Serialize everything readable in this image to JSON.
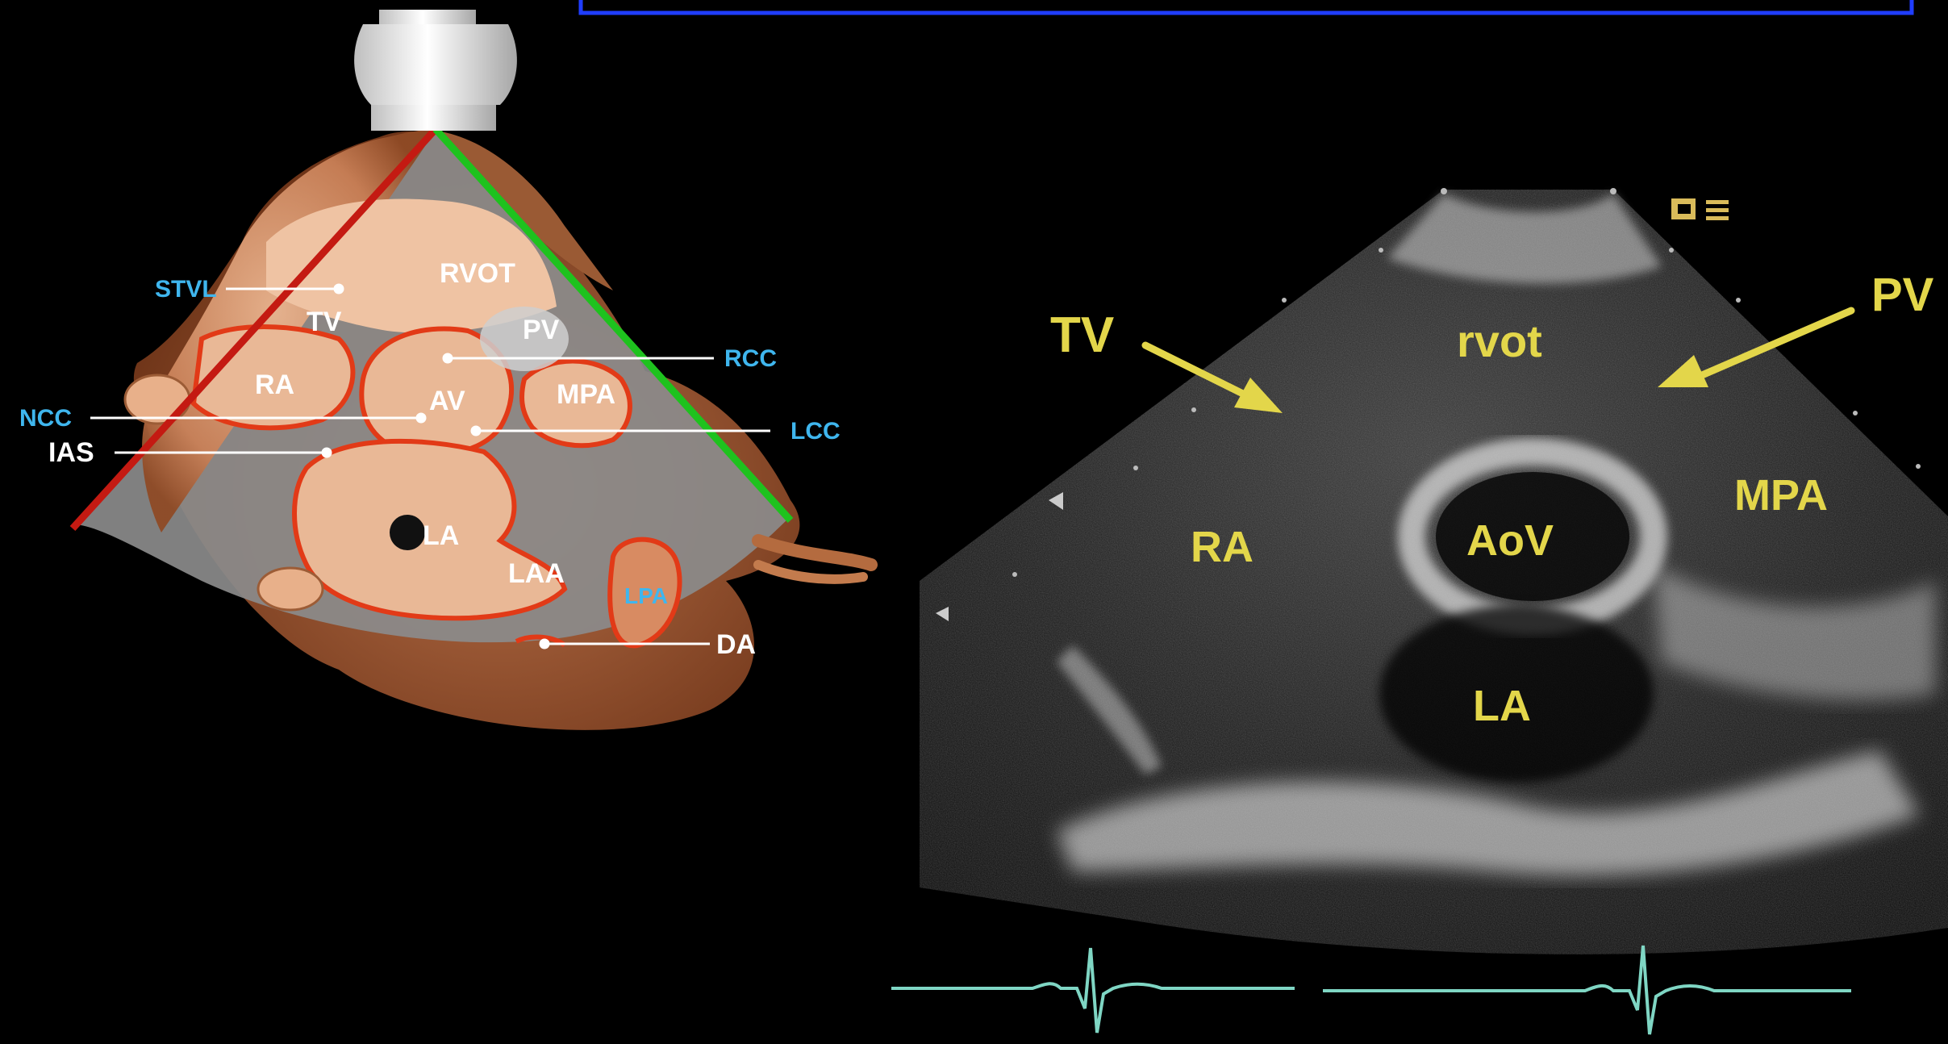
{
  "colors": {
    "background": "#000000",
    "title_bar_border": "#1f3dff",
    "blue_label": "#3fb6ee",
    "white_label": "#ffffff",
    "echo_label": "#e3d64a",
    "ecg": "#7fd6c4",
    "slice_red": "#e23a17",
    "probe_line_red": "#c41a12",
    "probe_line_green": "#1ec21e"
  },
  "title_bar": {
    "text": ""
  },
  "diagram": {
    "callouts": {
      "stvl": "STVL",
      "rcc": "RCC",
      "ncc": "NCC",
      "lcc": "LCC",
      "ias": "IAS",
      "da": "DA"
    },
    "structures": {
      "rvot": "RVOT",
      "tv": "TV",
      "pv": "PV",
      "ra": "RA",
      "av": "AV",
      "mpa": "MPA",
      "la": "LA",
      "laa": "LAA",
      "lpa": "LPA"
    }
  },
  "echo": {
    "labels": {
      "tv": "TV",
      "pv": "PV",
      "rvot": "rvot",
      "ra": "RA",
      "aov": "AoV",
      "mpa": "MPA",
      "la": "LA"
    },
    "icons": [
      "probe-orientation-icon",
      "depth-marker-icon"
    ]
  }
}
